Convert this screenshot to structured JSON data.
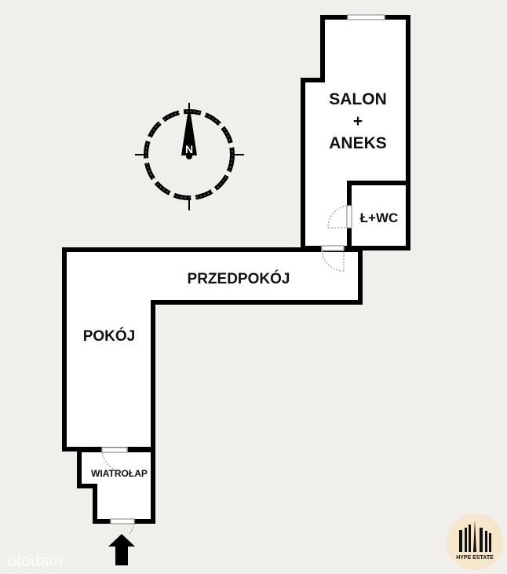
{
  "rooms": {
    "salon_line1": "SALON",
    "salon_line2": "+",
    "salon_line3": "ANEKS",
    "bathroom": "Ł+WC",
    "hallway": "PRZEDPOKÓJ",
    "room": "POKÓJ",
    "vestibule": "WIATROŁAP"
  },
  "compass": {
    "north_label": "N"
  },
  "watermark": "otodam",
  "agency_logo": "HYPE ESTATE",
  "colors": {
    "background": "#f0efeb",
    "wall": "#000000",
    "floor": "#ffffff",
    "logo_bg": "#f5e6cc"
  }
}
